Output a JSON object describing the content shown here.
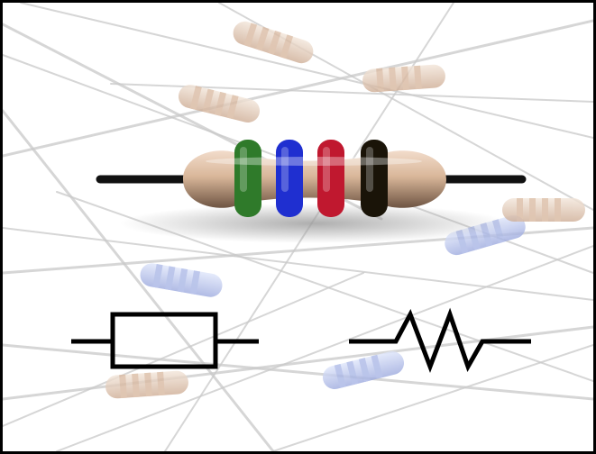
{
  "scene": {
    "subject": "resistor",
    "band_colors": [
      "#2f7a2a",
      "#1f2fd0",
      "#c0182f",
      "#1a1408"
    ],
    "body_color": "#d9b79a",
    "lead_color": "#111111",
    "background_color": "#ffffff",
    "background_resistor_colors": [
      "#d8b8a0",
      "#a9b6e6"
    ],
    "wire_color": "#c9c9c9",
    "symbols": [
      {
        "standard": "IEC",
        "shape": "rectangle",
        "icon": "resistor-iec-symbol"
      },
      {
        "standard": "ANSI",
        "shape": "zigzag",
        "icon": "resistor-ansi-symbol"
      }
    ]
  }
}
